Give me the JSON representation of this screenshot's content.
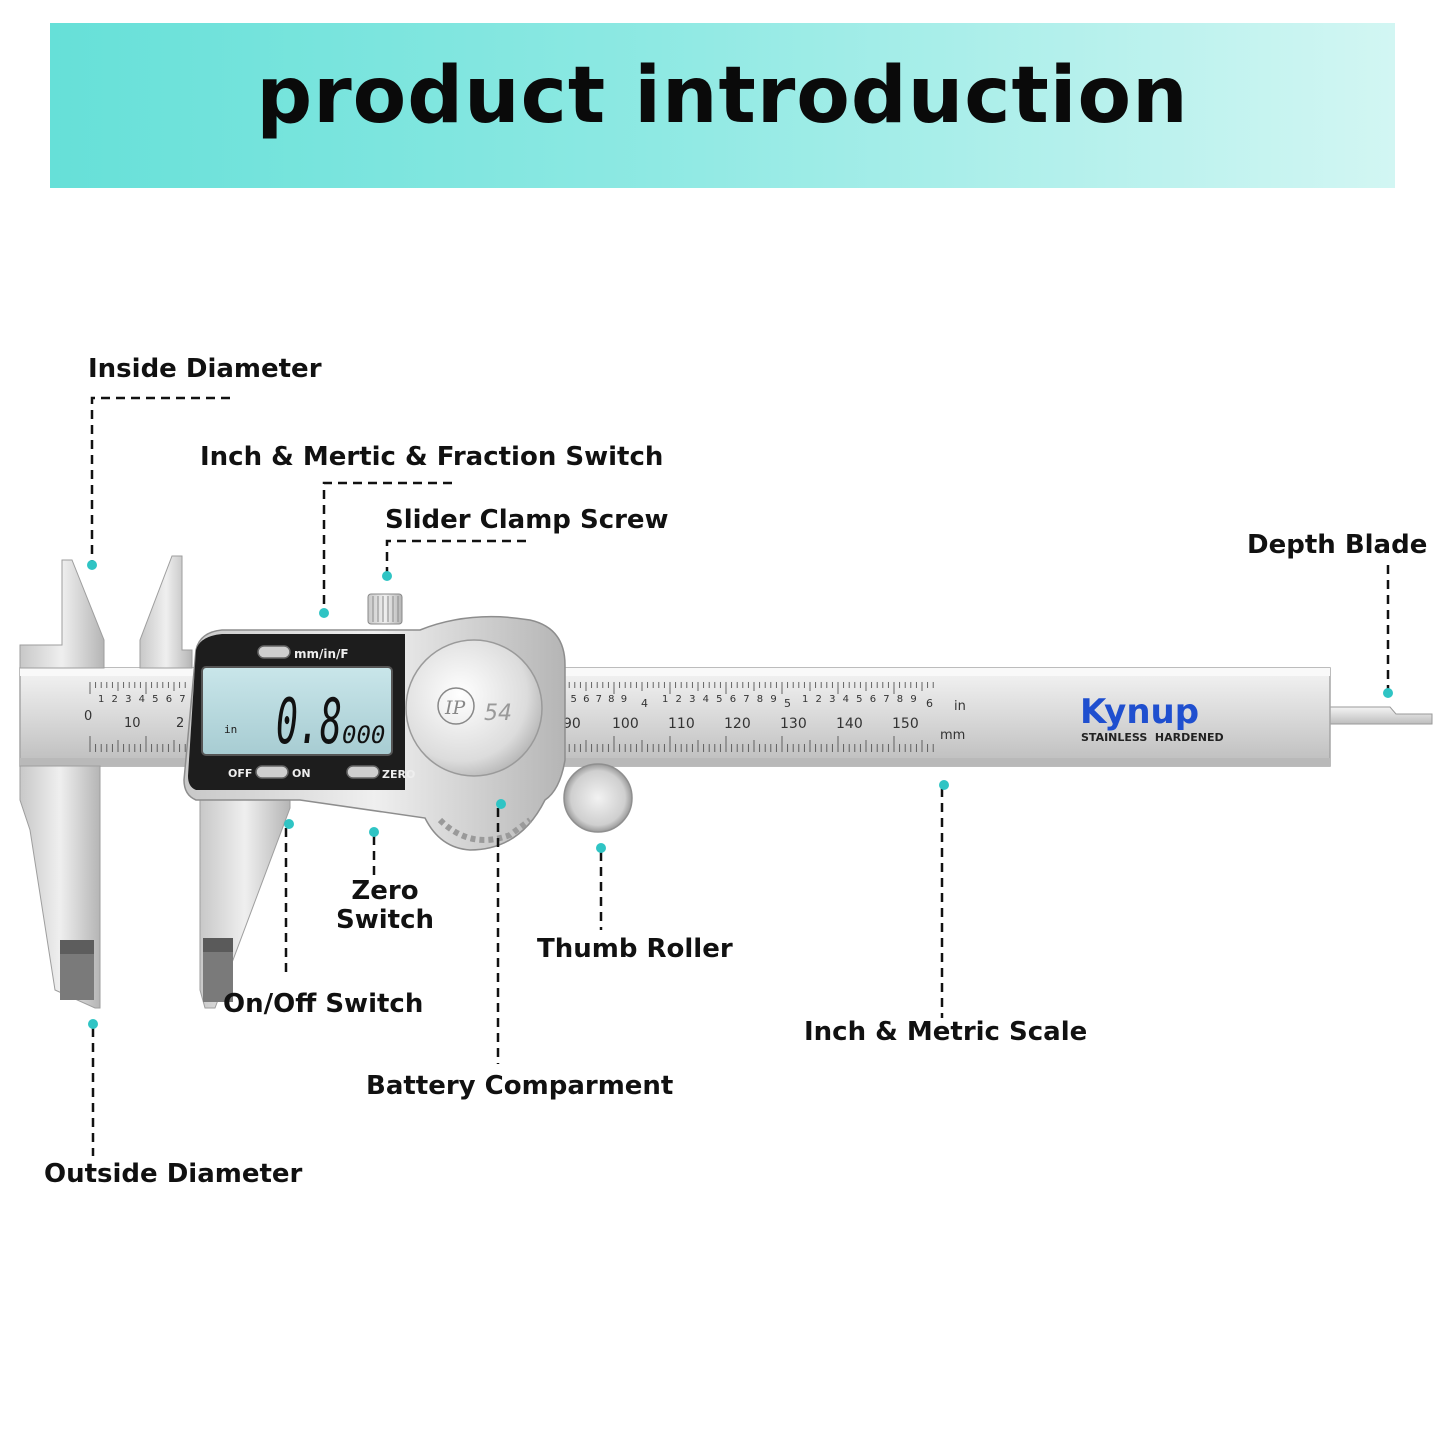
{
  "banner": {
    "title": "product introduction"
  },
  "labels": {
    "inside_diameter": "Inside Diameter",
    "fraction_switch": "Inch & Mertic & Fraction Switch",
    "slider_clamp": "Slider Clamp Screw",
    "depth_blade": "Depth Blade",
    "zero_switch_line1": "Zero",
    "zero_switch_line2": "Switch",
    "thumb_roller": "Thumb Roller",
    "on_off_switch": "On/Off Switch",
    "scale": "Inch & Metric Scale",
    "battery": "Battery Comparment",
    "outside_diameter": "Outside Diameter"
  },
  "device": {
    "display_value": "0.8",
    "display_small": "000",
    "display_unit": "in",
    "button_mode": "mm/in/F",
    "button_off": "OFF",
    "button_on": "ON",
    "button_zero": "ZERO",
    "ip_rating_ip": "IP",
    "ip_rating_num": "54",
    "brand": "Kynup",
    "brand_sub": "STAINLESS  HARDENED",
    "scale_in_unit": "in",
    "scale_mm_unit": "mm",
    "mm_numbers_left": [
      "0",
      "10",
      "2"
    ],
    "mm_numbers_right": [
      "90",
      "100",
      "110",
      "120",
      "130",
      "140",
      "150"
    ],
    "inch_digits_left": "1 2 3 4 5 6 7",
    "inch_digits_right_a": "4 5 6 7 8 9",
    "inch_major_4": "4",
    "inch_digits_right_b": "1 2 3 4 5 6 7 8 9",
    "inch_major_5": "5",
    "inch_digits_right_c": "1 2 3 4 5 6 7 8 9",
    "inch_major_6": "6"
  },
  "colors": {
    "accent_dot": "#2fc4c4",
    "banner_start": "#66e0d8",
    "banner_end": "#d2f6f3",
    "brand_blue": "#1f4fcf",
    "brand_orange": "#e0702a"
  }
}
